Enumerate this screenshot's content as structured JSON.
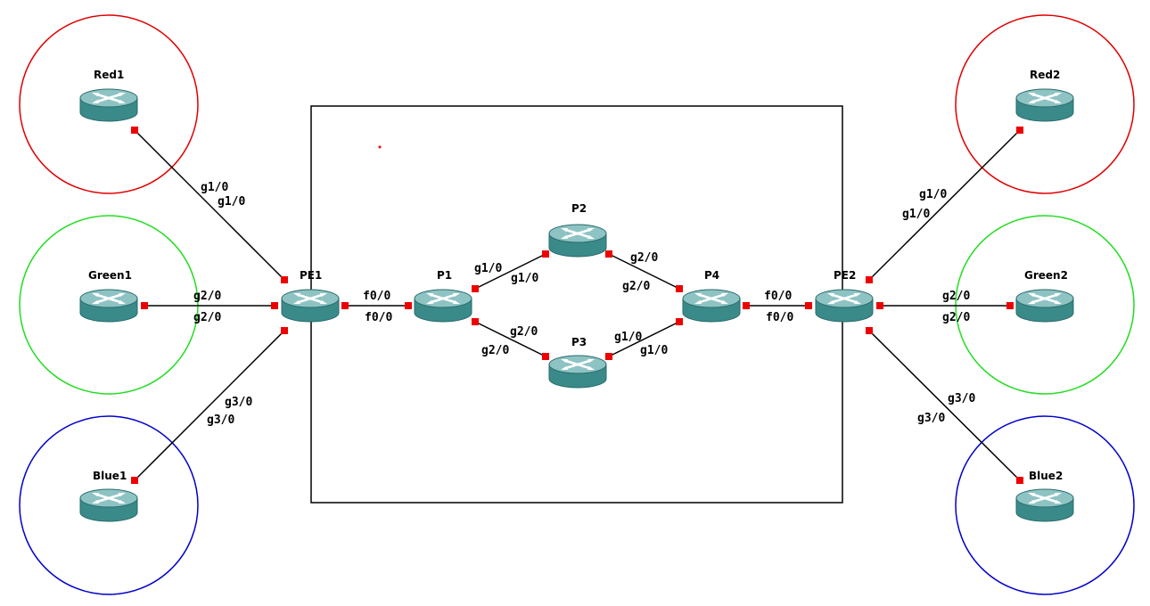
{
  "colors": {
    "red": "#e00000",
    "green": "#22dd22",
    "blue": "#0000cc",
    "router_body": "#3a8a8a",
    "router_top": "#8ec3c3",
    "port": "#ee0000",
    "link": "#000000"
  },
  "nodes": {
    "red1": "Red1",
    "green1": "Green1",
    "blue1": "Blue1",
    "pe1": "PE1",
    "p1": "P1",
    "p2": "P2",
    "p3": "P3",
    "p4": "P4",
    "pe2": "PE2",
    "red2": "Red2",
    "green2": "Green2",
    "blue2": "Blue2"
  },
  "ports": {
    "red1_pe1_a": "g1/0",
    "red1_pe1_b": "g1/0",
    "green1_pe1_a": "g2/0",
    "green1_pe1_b": "g2/0",
    "blue1_pe1_a": "g3/0",
    "blue1_pe1_b": "g3/0",
    "pe1_p1_a": "f0/0",
    "pe1_p1_b": "f0/0",
    "p1_p2_a": "g1/0",
    "p1_p2_b": "g1/0",
    "p1_p3_a": "g2/0",
    "p1_p3_b": "g2/0",
    "p2_p4_a": "g2/0",
    "p2_p4_b": "g2/0",
    "p3_p4_a": "g1/0",
    "p3_p4_b": "g1/0",
    "p4_pe2_a": "f0/0",
    "p4_pe2_b": "f0/0",
    "pe2_red2_a": "g1/0",
    "pe2_red2_b": "g1/0",
    "pe2_green2_a": "g2/0",
    "pe2_green2_b": "g2/0",
    "pe2_blue2_a": "g3/0",
    "pe2_blue2_b": "g3/0"
  }
}
